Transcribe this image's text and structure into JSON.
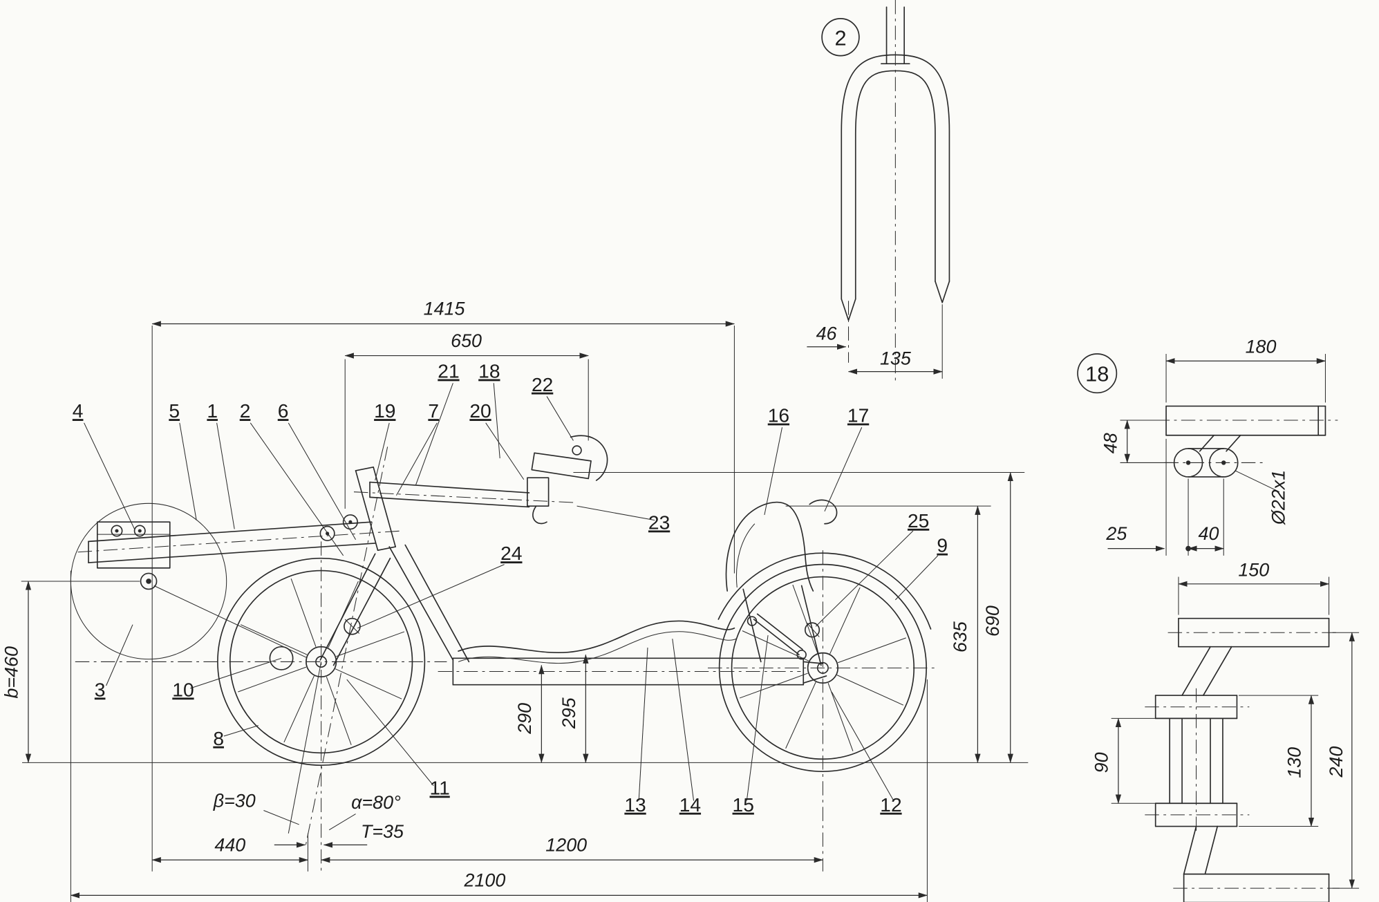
{
  "sheet": {
    "background": "#fbfbf8",
    "line_color": "#2b2b2b"
  },
  "parts": {
    "p1": "1",
    "p2": "2",
    "p3": "3",
    "p4": "4",
    "p5": "5",
    "p6": "6",
    "p7": "7",
    "p8": "8",
    "p9": "9",
    "p10": "10",
    "p11": "11",
    "p12": "12",
    "p13": "13",
    "p14": "14",
    "p15": "15",
    "p16": "16",
    "p17": "17",
    "p18": "18",
    "p19": "19",
    "p20": "20",
    "p21": "21",
    "p22": "22",
    "p23": "23",
    "p24": "24",
    "p25": "25"
  },
  "callouts": {
    "fork": "2",
    "bracket": "18"
  },
  "dims": {
    "d1415": "1415",
    "d650": "650",
    "b460": "b=460",
    "d290": "290",
    "d295": "295",
    "d635": "635",
    "d690": "690",
    "beta": "β=30",
    "alpha": "α=80°",
    "t35": "T=35",
    "d440": "440",
    "d1200": "1200",
    "d2100": "2100",
    "f46": "46",
    "f135": "135",
    "k180": "180",
    "k48": "48",
    "k25": "25",
    "k40": "40",
    "k22": "Ø22x1",
    "k150": "150",
    "k90": "90",
    "k130": "130",
    "k240": "240"
  }
}
